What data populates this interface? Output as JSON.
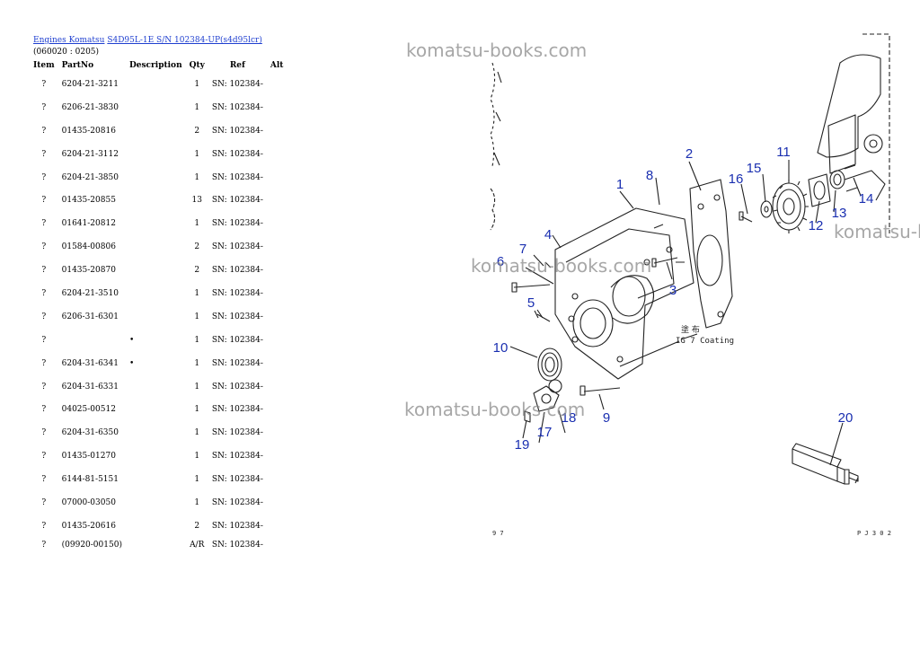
{
  "breadcrumb": {
    "link1": "Engines Komatsu",
    "link2": "S4D95L-1E S/N 102384-UP(s4d95lcr)"
  },
  "subtitle": "(060020 : 0205)",
  "table": {
    "headers": [
      "Item",
      "PartNo",
      "Description",
      "Qty",
      "Ref",
      "Alt"
    ],
    "rows": [
      {
        "item": "?",
        "part": "6204-21-3211",
        "desc": "",
        "qty": "1",
        "ref": "SN: 102384-"
      },
      {
        "item": "?",
        "part": "6206-21-3830",
        "desc": "",
        "qty": "1",
        "ref": "SN: 102384-"
      },
      {
        "item": "?",
        "part": "01435-20816",
        "desc": "",
        "qty": "2",
        "ref": "SN: 102384-"
      },
      {
        "item": "?",
        "part": "6204-21-3112",
        "desc": "",
        "qty": "1",
        "ref": "SN: 102384-"
      },
      {
        "item": "?",
        "part": "6204-21-3850",
        "desc": "",
        "qty": "1",
        "ref": "SN: 102384-"
      },
      {
        "item": "?",
        "part": "01435-20855",
        "desc": "",
        "qty": "13",
        "ref": "SN: 102384-"
      },
      {
        "item": "?",
        "part": "01641-20812",
        "desc": "",
        "qty": "1",
        "ref": "SN: 102384-"
      },
      {
        "item": "?",
        "part": "01584-00806",
        "desc": "",
        "qty": "2",
        "ref": "SN: 102384-"
      },
      {
        "item": "?",
        "part": "01435-20870",
        "desc": "",
        "qty": "2",
        "ref": "SN: 102384-"
      },
      {
        "item": "?",
        "part": "6204-21-3510",
        "desc": "",
        "qty": "1",
        "ref": "SN: 102384-"
      },
      {
        "item": "?",
        "part": "6206-31-6301",
        "desc": "",
        "qty": "1",
        "ref": "SN: 102384-"
      },
      {
        "item": "?",
        "part": "",
        "desc": "•",
        "qty": "1",
        "ref": "SN: 102384-"
      },
      {
        "item": "?",
        "part": "6204-31-6341",
        "desc": "•",
        "qty": "1",
        "ref": "SN: 102384-"
      },
      {
        "item": "?",
        "part": "6204-31-6331",
        "desc": "",
        "qty": "1",
        "ref": "SN: 102384-"
      },
      {
        "item": "?",
        "part": "04025-00512",
        "desc": "",
        "qty": "1",
        "ref": "SN: 102384-"
      },
      {
        "item": "?",
        "part": "6204-31-6350",
        "desc": "",
        "qty": "1",
        "ref": "SN: 102384-"
      },
      {
        "item": "?",
        "part": "01435-01270",
        "desc": "",
        "qty": "1",
        "ref": "SN: 102384-"
      },
      {
        "item": "?",
        "part": "6144-81-5151",
        "desc": "",
        "qty": "1",
        "ref": "SN: 102384-"
      },
      {
        "item": "?",
        "part": "07000-03050",
        "desc": "",
        "qty": "1",
        "ref": "SN: 102384-"
      },
      {
        "item": "?",
        "part": "01435-20616",
        "desc": "",
        "qty": "2",
        "ref": "SN: 102384-"
      },
      {
        "item": "?",
        "part": "(09920-00150)",
        "desc": "",
        "qty": "A/R",
        "ref": "SN: 102384-"
      }
    ]
  },
  "diagram": {
    "callouts": [
      "1",
      "2",
      "3",
      "4",
      "5",
      "6",
      "7",
      "8",
      "9",
      "10",
      "11",
      "12",
      "13",
      "14",
      "15",
      "16",
      "17",
      "18",
      "19",
      "20"
    ],
    "note_jp": "塗 布",
    "note_en": "IG 7 Coating",
    "page_left": "9 7",
    "page_right": "P J 3 0 2",
    "callout_color": "#1a2fb0"
  },
  "watermark": "komatsu-books.com"
}
